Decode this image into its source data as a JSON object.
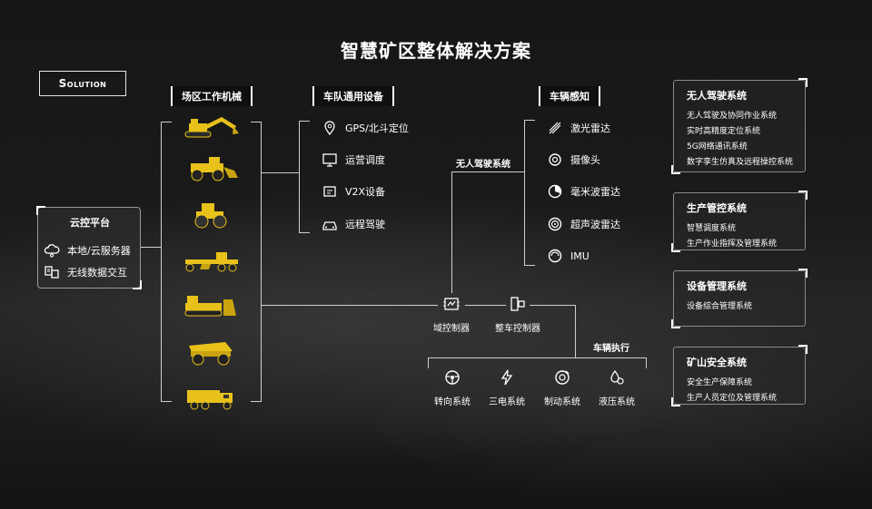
{
  "title": "智慧矿区整体解决方案",
  "solution_label": "Solution",
  "cloud": {
    "title": "云控平台",
    "items": [
      "本地/云服务器",
      "无线数据交互"
    ]
  },
  "machinery": {
    "header": "场区工作机械"
  },
  "fleet": {
    "header": "车队通用设备",
    "items": [
      "GPS/北斗定位",
      "运营调度",
      "V2X设备",
      "远程驾驶"
    ]
  },
  "autonomous_label": "无人驾驶系统",
  "perception": {
    "header": "车辆感知",
    "items": [
      "激光雷达",
      "摄像头",
      "毫米波雷达",
      "超声波雷达",
      "IMU"
    ]
  },
  "controllers": [
    "域控制器",
    "整车控制器"
  ],
  "execution": {
    "header": "车辆执行",
    "items": [
      "转向系统",
      "三电系统",
      "制动系统",
      "液压系统"
    ]
  },
  "systems": [
    {
      "title": "无人驾驶系统",
      "items": [
        "无人驾驶及协同作业系统",
        "实时高精度定位系统",
        "5G网络通讯系统",
        "数字孪生仿真及远程操控系统"
      ]
    },
    {
      "title": "生产管控系统",
      "items": [
        "智慧调度系统",
        "生产作业指挥及管理系统"
      ]
    },
    {
      "title": "设备管理系统",
      "items": [
        "设备综合管理系统"
      ]
    },
    {
      "title": "矿山安全系统",
      "items": [
        "安全生产保障系统",
        "生产人员定位及管理系统"
      ]
    }
  ],
  "colors": {
    "accent": "#e8c21b",
    "text": "#ffffff",
    "line": "#cfcfcf"
  }
}
